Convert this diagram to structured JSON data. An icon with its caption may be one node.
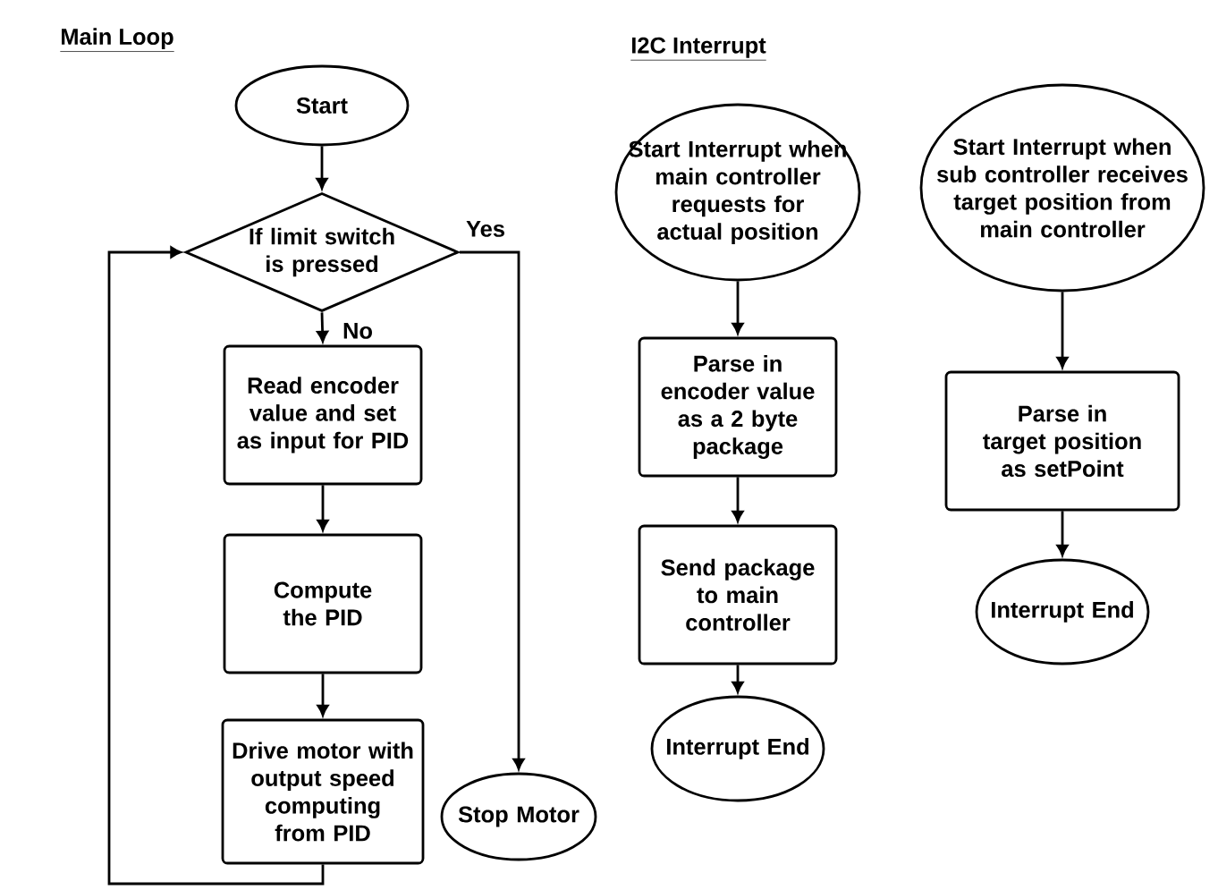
{
  "diagram": {
    "nodes": [
      {
        "text": [
          "Start"
        ]
      },
      {
        "text": [
          "If limit switch is pressed"
        ]
      },
      {
        "text": [
          "Read encoder value and set as input for PID"
        ]
      },
      {
        "text": [
          "Compute the PID"
        ]
      },
      {
        "text": [
          "Drive motor with output speed computing from PID"
        ]
      },
      {
        "text": [
          "Stop Motor"
        ]
      },
      {
        "text": [
          "Start Interrupt when main controller requests for actual position"
        ]
      },
      {
        "text": [
          "Parse in encoder value as a 2 byte package"
        ]
      },
      {
        "text": [
          "Send package to main controller"
        ]
      },
      {
        "text": [
          "Interrupt End"
        ]
      },
      {
        "text": [
          "Start Interrupt when sub controller receives target position from main controller"
        ]
      },
      {
        "text": [
          "Parse in target position as setPoint"
        ]
      },
      {
        "text": [
          "Interrupt End"
        ]
      }
    ],
    "edges": [
      {
        "from": 0,
        "to": 1,
        "arrow": "to"
      },
      {
        "from": 1,
        "to": 2,
        "arrow": "to",
        "label": "No"
      },
      {
        "from": 1,
        "to": 5,
        "arrow": "to",
        "label": "Yes"
      },
      {
        "from": 2,
        "to": 3,
        "arrow": "to"
      },
      {
        "from": 3,
        "to": 4,
        "arrow": "to"
      },
      {
        "from": 4,
        "to": 1,
        "arrow": "to"
      },
      {
        "from": 6,
        "to": 7,
        "arrow": "to"
      },
      {
        "from": 7,
        "to": 8,
        "arrow": "to"
      },
      {
        "from": 8,
        "to": 9,
        "arrow": "to"
      },
      {
        "from": 10,
        "to": 11,
        "arrow": "to"
      },
      {
        "from": 11,
        "to": 12,
        "arrow": "to"
      }
    ],
    "labels": [
      "Main Loop",
      "I2C Interrupt"
    ]
  }
}
